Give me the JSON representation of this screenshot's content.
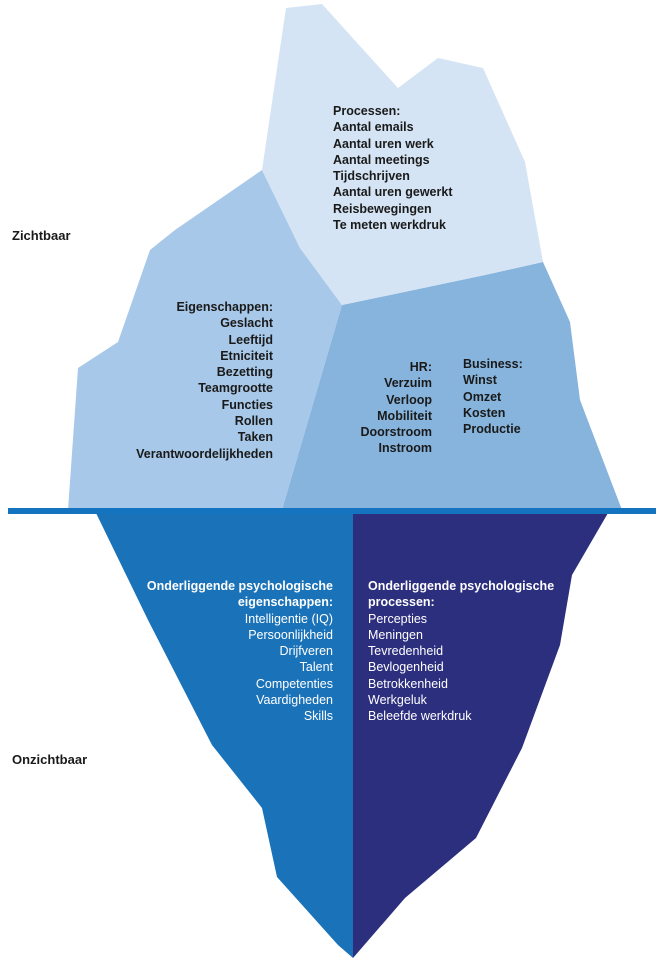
{
  "labels": {
    "visible": "Zichtbaar",
    "invisible": "Onzichtbaar"
  },
  "colors": {
    "top_lightest": "#d4e4f4",
    "top_left": "#a7c8e8",
    "top_right": "#86b4dc",
    "waterline": "#1574bf",
    "bottom_left": "#1a72b8",
    "bottom_right": "#2c2e7e"
  },
  "processen": {
    "heading": "Processen:",
    "items": [
      "Aantal emails",
      "Aantal uren werk",
      "Aantal meetings",
      "Tijdschrijven",
      "Aantal uren gewerkt",
      "Reisbewegingen",
      "Te meten werkdruk"
    ]
  },
  "eigenschappen": {
    "heading": "Eigenschappen:",
    "items": [
      "Geslacht",
      "Leeftijd",
      "Etniciteit",
      "Bezetting",
      "Teamgrootte",
      "Functies",
      "Rollen",
      "Taken",
      "Verantwoordelijkheden"
    ]
  },
  "hr": {
    "heading": "HR:",
    "items": [
      "Verzuim",
      "Verloop",
      "Mobiliteit",
      "Doorstroom",
      "Instroom"
    ]
  },
  "business": {
    "heading": "Business:",
    "items": [
      "Winst",
      "Omzet",
      "Kosten",
      "Productie"
    ]
  },
  "psy_eigenschappen": {
    "heading_line1": "Onderliggende psychologische",
    "heading_line2": "eigenschappen:",
    "items": [
      "Intelligentie (IQ)",
      "Persoonlijkheid",
      "Drijfveren",
      "Talent",
      "Competenties",
      "Vaardigheden",
      "Skills"
    ]
  },
  "psy_processen": {
    "heading_line1": "Onderliggende psychologische",
    "heading_line2": "processen:",
    "items": [
      "Percepties",
      "Meningen",
      "Tevredenheid",
      "Bevlogenheid",
      "Betrokkenheid",
      "Werkgeluk",
      "Beleefde werkdruk"
    ]
  }
}
